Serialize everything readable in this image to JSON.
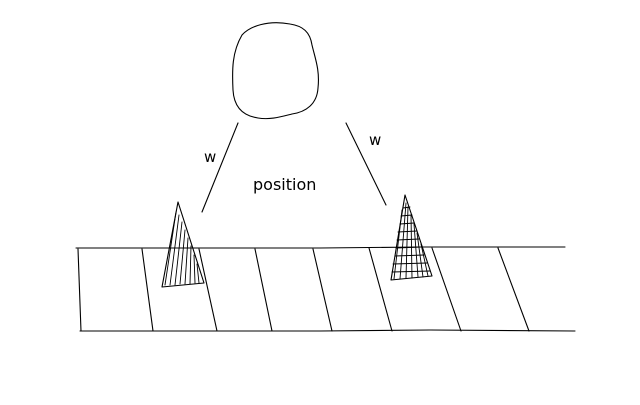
{
  "diagram": {
    "labels": {
      "left_weight": "w",
      "right_weight": "w",
      "center": "position"
    },
    "colors": {
      "ink": "#000000",
      "background": "#ffffff"
    }
  }
}
